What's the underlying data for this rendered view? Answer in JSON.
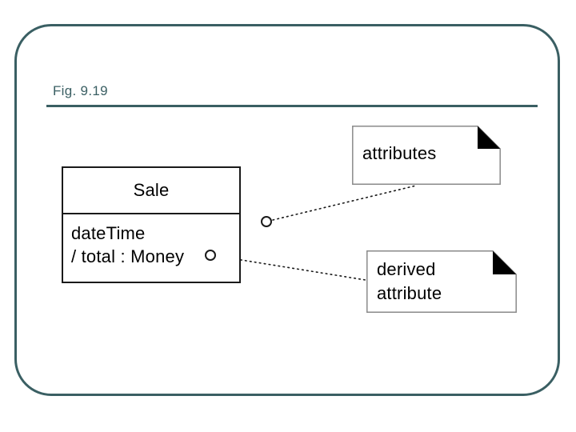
{
  "slide": {
    "title": "Fig. 9.19",
    "frame_color": "#3a5f63",
    "background_color": "#ffffff"
  },
  "diagram": {
    "type": "uml-class-diagram",
    "class_box": {
      "name": "Sale",
      "attributes": [
        "dateTime",
        "/ total : Money"
      ]
    },
    "notes": [
      {
        "id": "attributes-note",
        "lines": [
          "attributes"
        ],
        "fold_corner": "top-right",
        "fold_color": "#000000"
      },
      {
        "id": "derived-attribute-note",
        "lines": [
          "derived",
          "attribute"
        ],
        "fold_corner": "top-right",
        "fold_color": "#000000"
      }
    ],
    "connectors": [
      {
        "id": "attributes-link",
        "style": "dotted",
        "from": "attributes-compartment-anchor",
        "to": "attributes-note"
      },
      {
        "id": "derived-link",
        "style": "dotted",
        "from": "total-money-anchor",
        "to": "derived-attribute-note"
      }
    ],
    "anchors": [
      {
        "id": "total-money-anchor",
        "shape": "hollow-circle"
      },
      {
        "id": "attributes-compartment-anchor",
        "shape": "hollow-circle"
      }
    ]
  }
}
